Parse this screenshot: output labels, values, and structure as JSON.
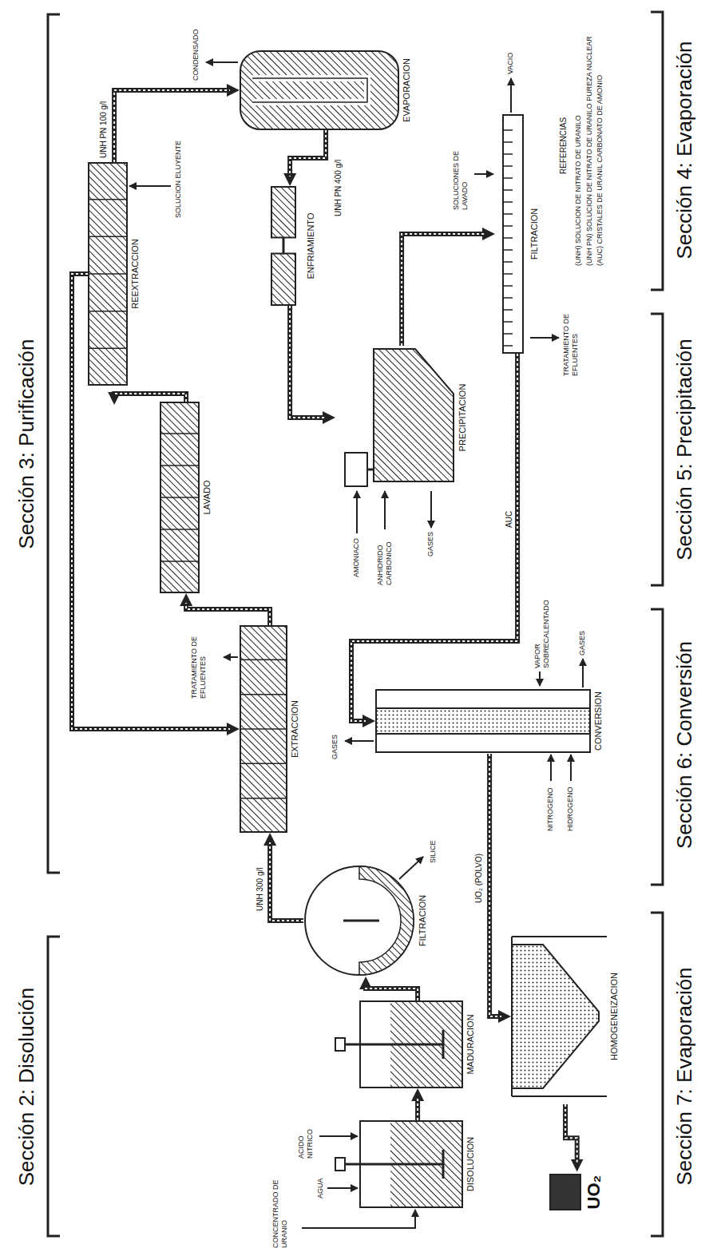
{
  "diagram": {
    "nodes": [
      {
        "text": [
          "DISOLUCION"
        ]
      },
      {
        "text": [
          "MADURACION"
        ]
      },
      {
        "text": [
          "FILTRACION"
        ]
      },
      {
        "text": [
          "EXTRACCION"
        ]
      },
      {
        "text": [
          "LAVADO"
        ]
      },
      {
        "text": [
          "REEXTRACCION"
        ]
      },
      {
        "text": [
          "EVAPORACION"
        ]
      },
      {
        "text": [
          "ENFRIAMIENTO"
        ]
      },
      {
        "text": [
          "PRECIPITACION"
        ]
      },
      {
        "text": [
          "FILTRACION"
        ]
      },
      {
        "text": [
          "CONVERSION"
        ]
      },
      {
        "text": [
          "HOMOGENEIZACION"
        ]
      },
      {
        "text": [
          "UO₂"
        ]
      }
    ],
    "edges": [
      {
        "from": 0,
        "to": 1,
        "arrow": "to"
      },
      {
        "from": 1,
        "to": 2,
        "arrow": "to"
      },
      {
        "from": 2,
        "to": 3,
        "arrow": "to",
        "label": "UNH 300 g/l"
      },
      {
        "from": 3,
        "to": 4,
        "arrow": "to"
      },
      {
        "from": 4,
        "to": 5,
        "arrow": "to"
      },
      {
        "from": 5,
        "to": 6,
        "arrow": "to",
        "label": "UNH PN 100 g/l"
      },
      {
        "from": 6,
        "to": 7,
        "arrow": "to",
        "label": "UNH PN 400 g/l"
      },
      {
        "from": 7,
        "to": 8,
        "arrow": "to"
      },
      {
        "from": 8,
        "to": 9,
        "arrow": "to"
      },
      {
        "from": 9,
        "to": 10,
        "arrow": "to",
        "label": "AUC"
      },
      {
        "from": 10,
        "to": 11,
        "arrow": "to",
        "label": "UO₂ (POLVO)"
      },
      {
        "from": 11,
        "to": 12,
        "arrow": "to"
      },
      {
        "from": 5,
        "to": 3,
        "arrow": "to"
      }
    ],
    "labels": [
      "Sección 2: Disolución",
      "Sección 3: Purificación",
      "Sección 4: Evaporación",
      "Sección 5: Precipitación",
      "Sección 6: Conversión",
      "Sección 7: Evaporación",
      "CONCENTRADO DE URANIO",
      "AGUA",
      "ACIDO NITRICO",
      "SILICE",
      "TRATAMIENTO DE EFLUENTES",
      "SOLUCION ELUYENTE",
      "CONDENSADO",
      "AMONIACO",
      "ANHIDRIDO CARBONICO",
      "GASES",
      "SOLUCIONES DE LAVADO",
      "VACIO",
      "TRATAMIENTO DE EFLUENTES",
      "VAPOR SOBRECALENTADO",
      "GASES",
      "NITROGENO",
      "HIDROGENO",
      "GASES",
      "REFERENCIAS"
    ],
    "legend": [
      {
        "text": "(UNH) SOLUCION DE NITRATO DE URANILO"
      },
      {
        "text": "(UNH PN) SOLUCION DE NITRATO DE URANILO PUREZA NUCLEAR"
      },
      {
        "text": "(AUC) CRISTALES DE URANIL CARBONATO DE AMONIO"
      }
    ]
  }
}
